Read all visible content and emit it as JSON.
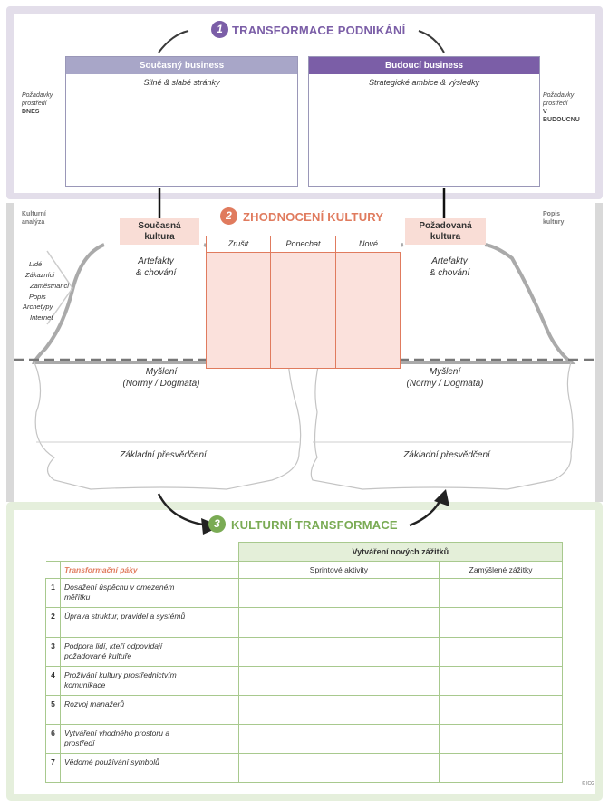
{
  "section1": {
    "number": "1",
    "title": "TRANSFORMACE PODNIKÁNÍ",
    "color": "#7b5ea7",
    "current": {
      "title": "Současný business",
      "subtitle": "Silné & slabé stránky",
      "color": "#a8a6c8"
    },
    "future": {
      "title": "Budoucí business",
      "subtitle": "Strategické ambice & výsledky",
      "color": "#7b5ea7"
    },
    "left_note": {
      "line1": "Požadavky",
      "line2": "prostředí",
      "line3": "DNES"
    },
    "right_note": {
      "line1": "Požadavky",
      "line2": "prostředí",
      "line3": "V",
      "line4": "BUDOUCNU"
    }
  },
  "section2": {
    "number": "2",
    "title": "ZHODNOCENÍ KULTURY",
    "color": "#e07b5e",
    "left_corner": {
      "line1": "Kulturní",
      "line2": "analýza"
    },
    "right_corner": {
      "line1": "Popis",
      "line2": "kultury"
    },
    "current_label": {
      "line1": "Současná",
      "line2": "kultura"
    },
    "desired_label": {
      "line1": "Požadovaná",
      "line2": "kultura"
    },
    "artifacts": {
      "line1": "Artefakty",
      "line2": "& chování"
    },
    "thinking": {
      "line1": "Myšlení",
      "line2": "(Normy / Dogmata)"
    },
    "beliefs": "Základní přesvědčení",
    "table_headers": [
      "Zrušit",
      "Ponechat",
      "Nové"
    ],
    "sources": [
      "Lidé",
      "Zákazníci",
      "Zaměstnanci",
      "Popis",
      "Archetypy",
      "Internet"
    ]
  },
  "section3": {
    "number": "3",
    "title": "KULTURNÍ TRANSFORMACE",
    "color": "#7aab54",
    "group_header": "Vytváření nových zážitků",
    "lever_header": "Transformační páky",
    "col_sprint": "Sprintové aktivity",
    "col_intended": "Zamýšlené zážitky",
    "rows": [
      {
        "num": "1",
        "line1": "Dosažení úspěchu v omezeném",
        "line2": "měřítku"
      },
      {
        "num": "2",
        "line1": "Úprava struktur, pravidel a systémů",
        "line2": ""
      },
      {
        "num": "3",
        "line1": "Podpora lidí, kteří odpovídají",
        "line2": "požadované kultuře"
      },
      {
        "num": "4",
        "line1": "Prožívání kultury prostřednictvím",
        "line2": "komunikace"
      },
      {
        "num": "5",
        "line1": "Rozvoj manažerů",
        "line2": ""
      },
      {
        "num": "6",
        "line1": "Vytváření vhodného prostoru a",
        "line2": "prostředí"
      },
      {
        "num": "7",
        "line1": "Vědomé používání symbolů",
        "line2": ""
      }
    ]
  },
  "footer": {
    "copyright": "© ICG"
  }
}
